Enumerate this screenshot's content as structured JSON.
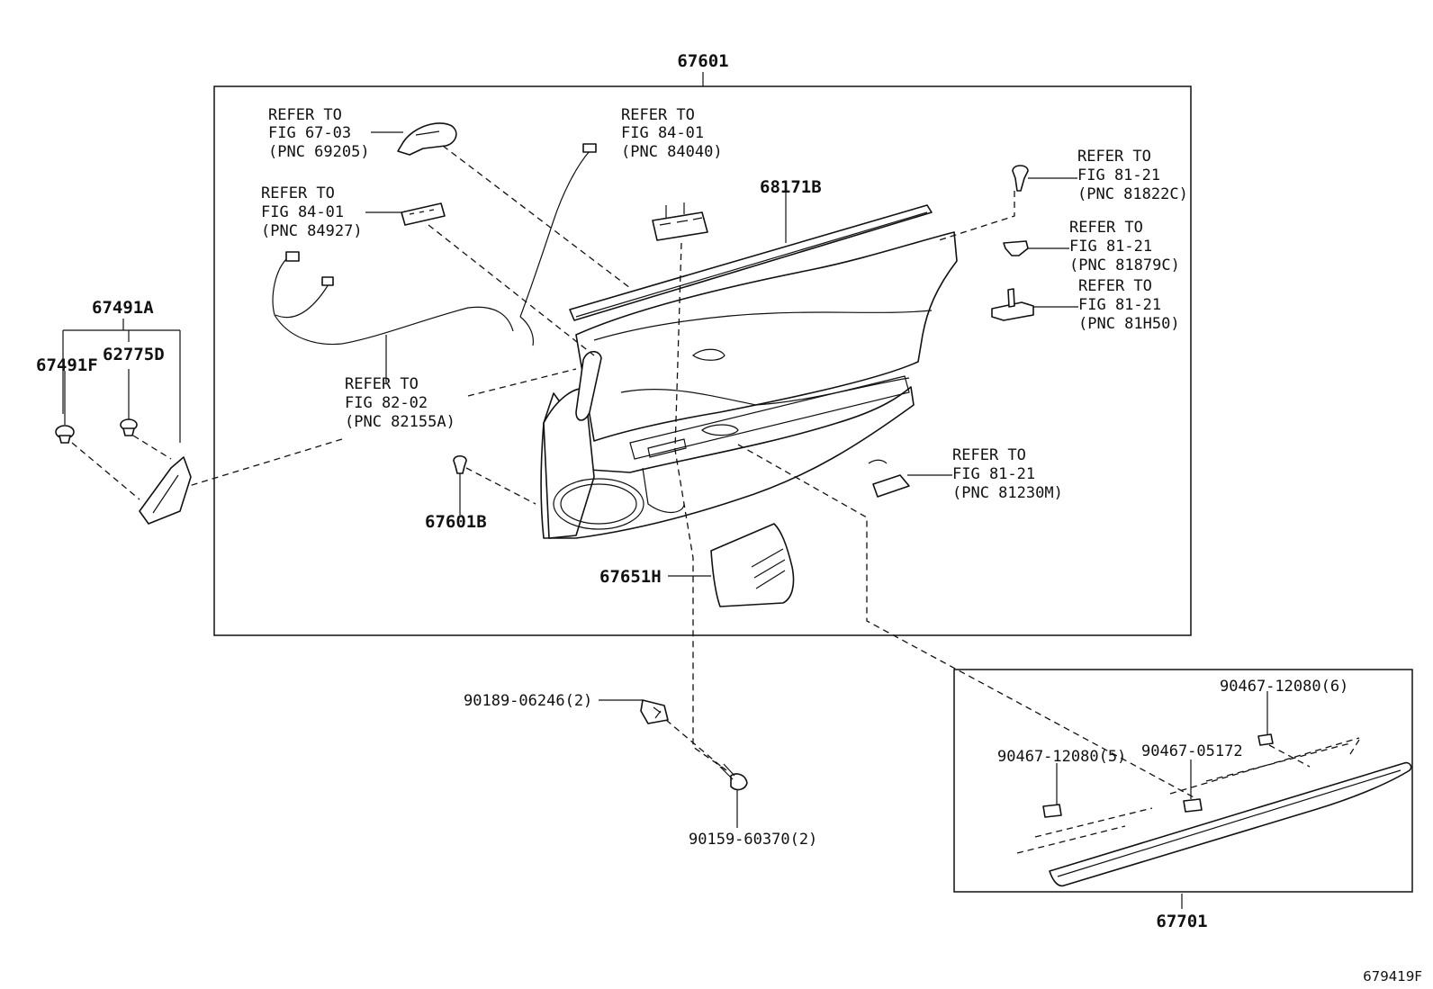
{
  "figure_code": "679419F",
  "parts": {
    "p67601": "67601",
    "p68171B": "68171B",
    "p67491A": "67491A",
    "p62775D": "62775D",
    "p67491F": "67491F",
    "p67601B": "67601B",
    "p67651H": "67651H",
    "p67701": "67701",
    "p90189": "90189-06246(2)",
    "p90159": "90159-60370(2)",
    "p90467_6": "90467-12080(6)",
    "p90467_5": "90467-12080(5)",
    "p90467_05172": "90467-05172"
  },
  "refs": [
    {
      "l1": "REFER TO",
      "l2": "FIG 67-03",
      "l3": "(PNC 69205)"
    },
    {
      "l1": "REFER TO",
      "l2": "FIG 84-01",
      "l3": "(PNC 84040)"
    },
    {
      "l1": "REFER TO",
      "l2": "FIG 84-01",
      "l3": "(PNC 84927)"
    },
    {
      "l1": "REFER TO",
      "l2": "FIG 82-02",
      "l3": "(PNC 82155A)"
    },
    {
      "l1": "REFER TO",
      "l2": "FIG 81-21",
      "l3": "(PNC 81822C)"
    },
    {
      "l1": "REFER TO",
      "l2": "FIG 81-21",
      "l3": "(PNC 81879C)"
    },
    {
      "l1": "REFER TO",
      "l2": "FIG 81-21",
      "l3": "(PNC 81H50)"
    },
    {
      "l1": "REFER TO",
      "l2": "FIG 81-21",
      "l3": "(PNC 81230M)"
    }
  ]
}
